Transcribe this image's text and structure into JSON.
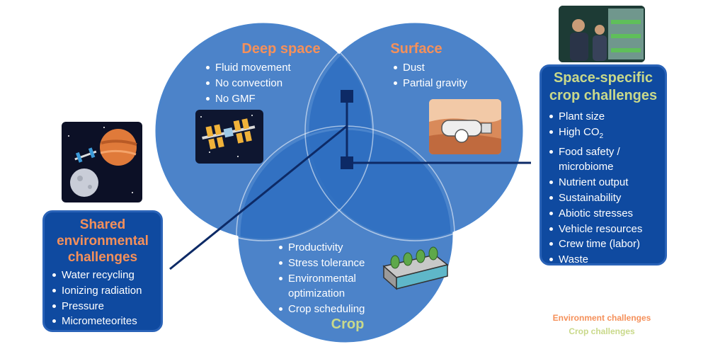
{
  "colors": {
    "background": "#ffffff",
    "circle_fill": "#2f6fc0",
    "circle_stroke": "#4a84cc",
    "box_fill": "#0f4aa0",
    "box_border": "#2a63b8",
    "connector": "#0d2a66",
    "environment_accent": "#f5905a",
    "crop_accent": "#c9d98a"
  },
  "circles": {
    "deep_space": {
      "title": "Deep space",
      "items": [
        "Fluid movement",
        "No convection",
        "No GMF"
      ],
      "image": "space-station-icon"
    },
    "surface": {
      "title": "Surface",
      "items": [
        "Dust",
        "Partial gravity"
      ],
      "image": "mars-habitat-icon"
    },
    "crop": {
      "title": "Crop",
      "items": [
        "Productivity",
        "Stress tolerance",
        "Environmental optimization",
        "Crop scheduling"
      ],
      "image": "hydroponic-planter-icon"
    }
  },
  "shared_box": {
    "title_lines": [
      "Shared",
      "environmental",
      "challenges"
    ],
    "items": [
      "Water recycling",
      "Ionizing radiation",
      "Pressure",
      "Micrometeorites"
    ],
    "image": "planets-moon-station-icon"
  },
  "specific_box": {
    "title_lines": [
      "Space-specific",
      "crop challenges"
    ],
    "items": [
      "Plant size",
      "High CO",
      "Food safety /",
      "microbiome",
      "Nutrient output",
      "Sustainability",
      "Abiotic stresses",
      "Vehicle resources",
      "Crew time (labor)",
      "Waste"
    ],
    "co2_subscript": "2",
    "image": "astronaut-growing-plants-icon"
  },
  "legend": {
    "environment": "Environment challenges",
    "crop": "Crop challenges"
  }
}
